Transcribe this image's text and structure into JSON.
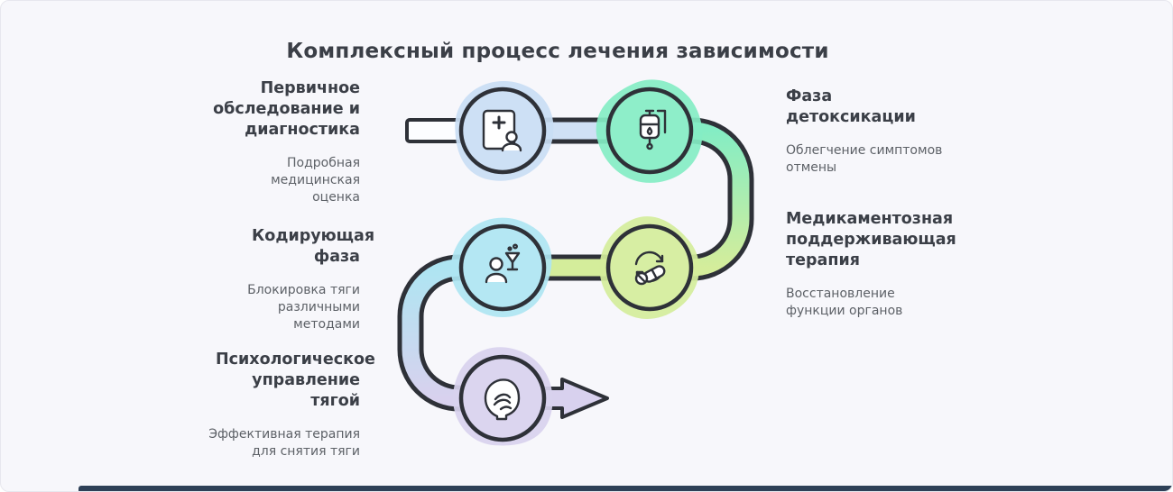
{
  "title": "Комплексный процесс лечения зависимости",
  "steps": [
    {
      "heading": "Первичное обследование и диагностика",
      "desc": "Подробная медицинская оценка",
      "icon": "medical-report-icon"
    },
    {
      "heading": "Фаза детоксикации",
      "desc": "Облегчение симптомов отмены",
      "icon": "iv-drip-icon"
    },
    {
      "heading": "Медикаментозная поддерживающая терапия",
      "desc": "Восстановление функции органов",
      "icon": "medication-sync-icon"
    },
    {
      "heading": "Кодирующая фаза",
      "desc": "Блокировка тяги различными методами",
      "icon": "coding-phase-icon"
    },
    {
      "heading": "Психологическое управление тягой",
      "desc": "Эффективная терапия для снятия тяги",
      "icon": "psychotherapy-icon"
    }
  ],
  "colors": {
    "outline": "#2e3138",
    "blue": "#c9ddf4",
    "connector_blue": "#cfe0f5",
    "mint": "#84edc4",
    "lime": "#d4ed9b",
    "cyan": "#aee5f2",
    "lavender": "#d8d1ee",
    "navy": "#2e4057",
    "background": "#f7f7fb",
    "heading_text": "#3b3f47",
    "desc_text": "#5d6167"
  }
}
